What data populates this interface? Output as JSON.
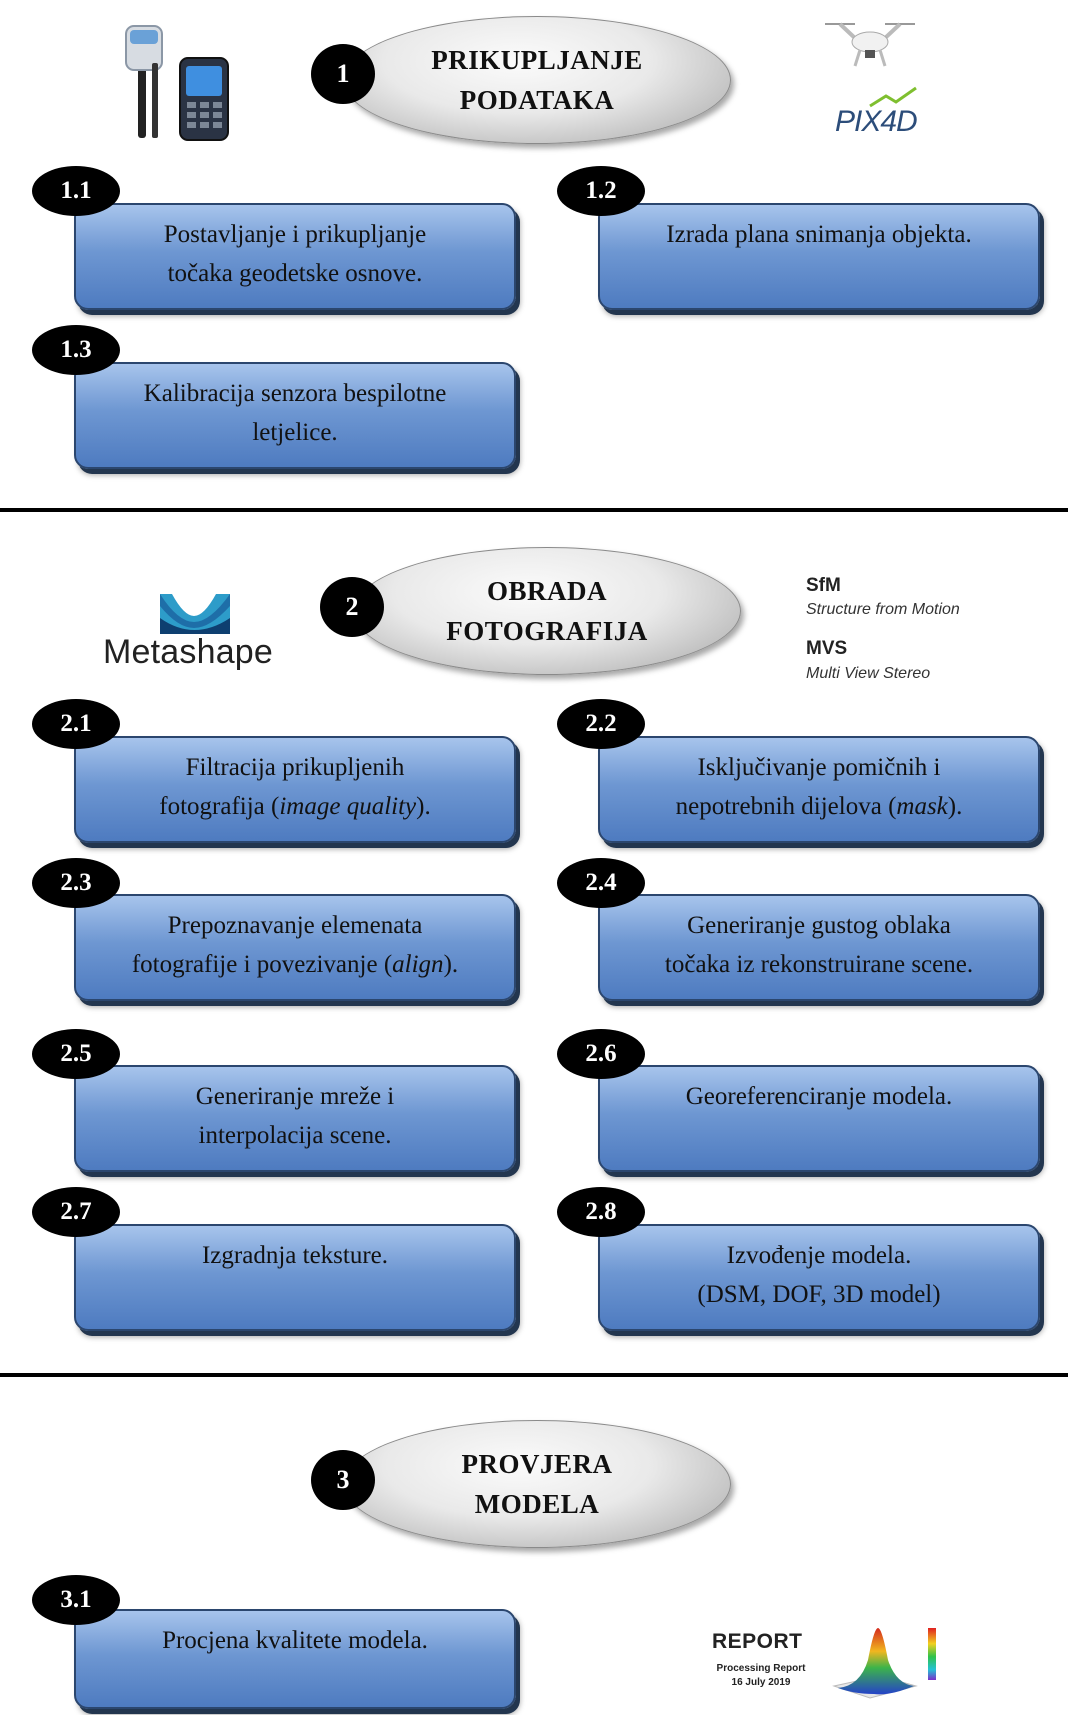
{
  "phases": [
    {
      "number": "1",
      "title_lines": [
        "PRIKUPLJANJE",
        "PODATAKA"
      ]
    },
    {
      "number": "2",
      "title_lines": [
        "OBRADA",
        "FOTOGRAFIJA"
      ]
    },
    {
      "number": "3",
      "title_lines": [
        "PROVJERA",
        "MODELA"
      ]
    }
  ],
  "steps": {
    "s1_1": {
      "badge": "1.1",
      "lines": [
        "Postavljanje i prikupljanje",
        "točaka geodetske osnove."
      ]
    },
    "s1_2": {
      "badge": "1.2",
      "lines": [
        "Izrada plana snimanja objekta."
      ]
    },
    "s1_3": {
      "badge": "1.3",
      "lines": [
        "Kalibracija senzora bespilotne",
        "letjelice."
      ]
    },
    "s2_1": {
      "badge": "2.1",
      "line1": "Filtracija prikupljenih",
      "line2_pre": "fotografija (",
      "line2_em": "image quality",
      "line2_post": ")."
    },
    "s2_2": {
      "badge": "2.2",
      "line1": "Isključivanje pomičnih i",
      "line2_pre": "nepotrebnih dijelova (",
      "line2_em": "mask",
      "line2_post": ")."
    },
    "s2_3": {
      "badge": "2.3",
      "line1": "Prepoznavanje elemenata",
      "line2_pre": "fotografije i povezivanje (",
      "line2_em": "align",
      "line2_post": ")."
    },
    "s2_4": {
      "badge": "2.4",
      "lines": [
        "Generiranje gustog oblaka",
        "točaka iz rekonstruirane scene."
      ]
    },
    "s2_5": {
      "badge": "2.5",
      "lines": [
        "Generiranje mreže i",
        "interpolacija scene."
      ]
    },
    "s2_6": {
      "badge": "2.6",
      "lines": [
        "Georeferenciranje modela."
      ]
    },
    "s2_7": {
      "badge": "2.7",
      "lines": [
        "Izgradnja teksture."
      ]
    },
    "s2_8": {
      "badge": "2.8",
      "lines": [
        "Izvođenje modela.",
        "(DSM, DOF, 3D model)"
      ]
    },
    "s3_1": {
      "badge": "3.1",
      "lines": [
        "Procjena kvalitete modela."
      ]
    }
  },
  "logos": {
    "pix4d": "PIX4D",
    "metashape": "Metashape",
    "sfm": {
      "title": "SfM",
      "subtitle": "Structure from Motion"
    },
    "mvs": {
      "title": "MVS",
      "subtitle": "Multi View Stereo"
    },
    "report": {
      "title": "REPORT",
      "line1": "Processing Report",
      "line2": "16 July 2019"
    }
  },
  "icons": {
    "gnss": "gnss-receiver-icon",
    "drone": "drone-icon",
    "surface": "3d-surface-plot-icon"
  },
  "colors": {
    "box_top": "#a7c4ec",
    "box_bottom": "#4e7bc0",
    "box_border": "#2b466e",
    "badge": "#000000",
    "divider": "#000000"
  }
}
